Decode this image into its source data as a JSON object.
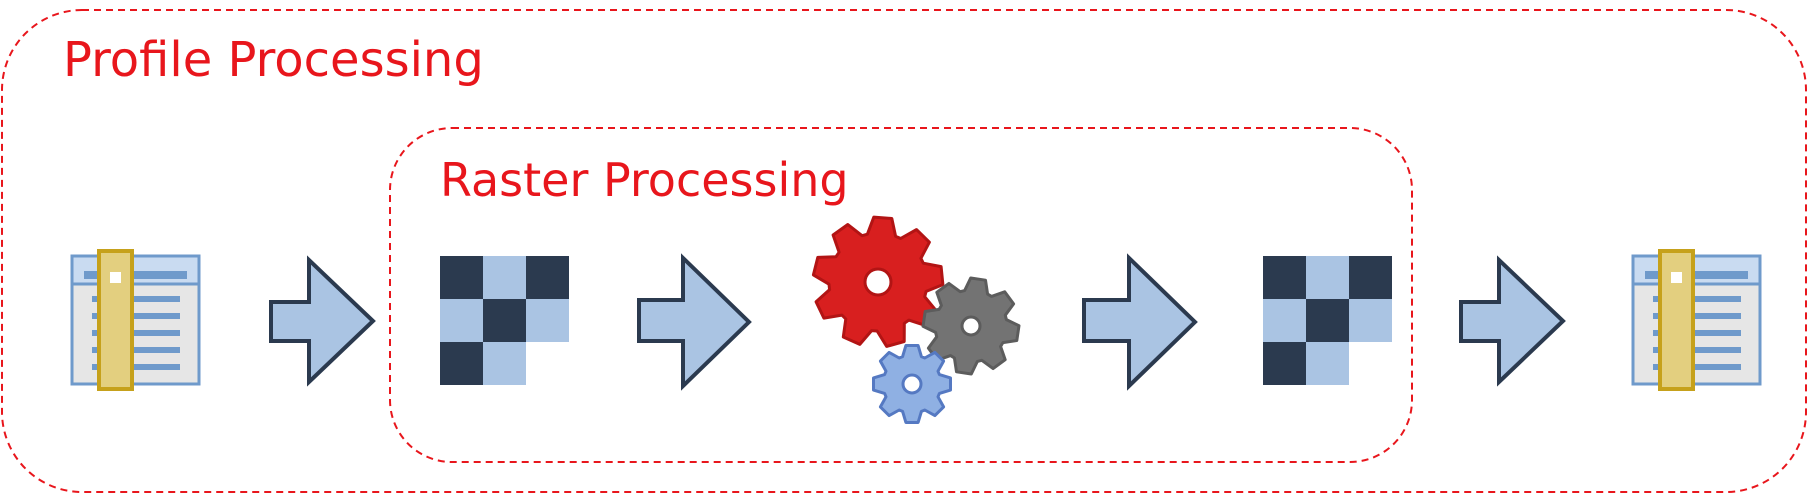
{
  "outer_group": {
    "label": "Profile Processing",
    "border_color": "#e8161c"
  },
  "inner_group": {
    "label": "Raster Processing",
    "border_color": "#e8161c"
  },
  "colors": {
    "arrow_fill": "#aac4e3",
    "arrow_stroke": "#2b3a4f",
    "raster_dark": "#2b3a4f",
    "raster_light": "#aac4e3",
    "doc_fill": "#e6e6e6",
    "doc_stroke": "#6f9acb",
    "bookmark_fill": "#e3cf7f",
    "bookmark_stroke": "#c6a11b",
    "gear_red": "#d81f1f",
    "gear_gray": "#737373",
    "gear_blue": "#8fb0e3"
  },
  "flow": [
    {
      "step": "input-profile",
      "icon": "profile-document-icon"
    },
    {
      "step": "arrow",
      "icon": "right-arrow-icon"
    },
    {
      "step": "raster-input",
      "icon": "raster-grid-icon"
    },
    {
      "step": "arrow",
      "icon": "right-arrow-icon"
    },
    {
      "step": "processing",
      "icon": "gears-icon"
    },
    {
      "step": "arrow",
      "icon": "right-arrow-icon"
    },
    {
      "step": "raster-output",
      "icon": "raster-grid-icon"
    },
    {
      "step": "arrow",
      "icon": "right-arrow-icon"
    },
    {
      "step": "output-profile",
      "icon": "profile-document-icon"
    }
  ]
}
